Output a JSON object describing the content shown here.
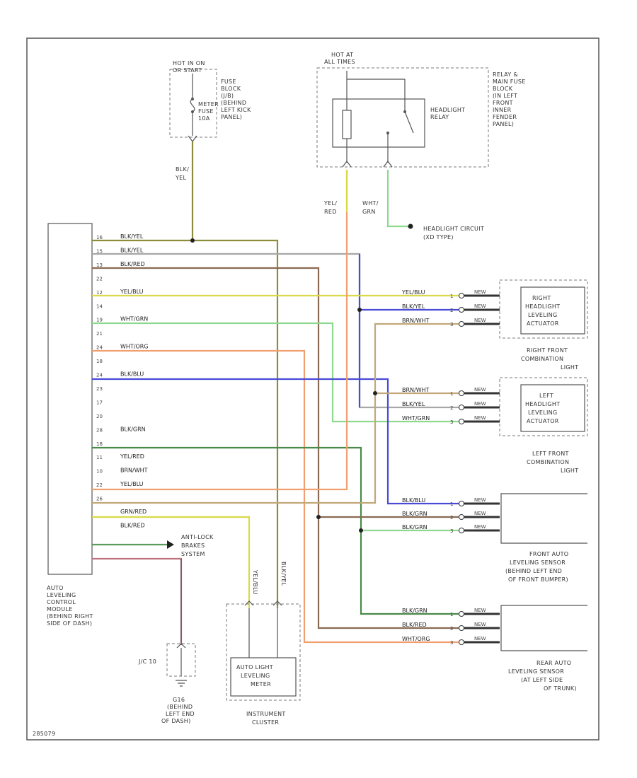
{
  "labels": {
    "hot_run_start": [
      "HOT IN ON",
      "OR START"
    ],
    "meter_fuse": [
      "METER",
      "FUSE",
      "10A"
    ],
    "fuse_block": [
      "FUSE",
      "BLOCK",
      "(J/B)",
      "(BEHIND",
      "LEFT KICK",
      "PANEL)"
    ],
    "hot_at_all_times": [
      "HOT AT",
      "ALL TIMES"
    ],
    "relay_box": [
      "RELAY &",
      "MAIN FUSE",
      "BLOCK",
      "(IN LEFT",
      "FRONT",
      "INNER",
      "FENDER",
      "PANEL)"
    ],
    "headlight_relay": [
      "HEADLIGHT",
      "RELAY"
    ],
    "blk_yel": [
      "BLK/",
      "YEL"
    ],
    "yel_red": [
      "YEL/",
      "RED"
    ],
    "wht_grn": [
      "WHT/",
      "GRN"
    ],
    "headlight_circuit": [
      "HEADLIGHT CIRCUIT",
      "(XD TYPE)"
    ],
    "right_actuator": [
      "RIGHT",
      "HEADLIGHT",
      "LEVELING",
      "ACTUATOR"
    ],
    "right_combination": [
      "RIGHT FRONT",
      "COMBINATION",
      "LIGHT"
    ],
    "left_actuator": [
      "LEFT",
      "HEADLIGHT",
      "LEVELING",
      "ACTUATOR"
    ],
    "left_combination": [
      "LEFT FRONT",
      "COMBINATION",
      "LIGHT"
    ],
    "front_sensor": [
      "FRONT AUTO",
      "LEVELING SENSOR",
      "(BEHIND LEFT END",
      "OF FRONT BUMPER)"
    ],
    "rear_sensor": [
      "REAR AUTO",
      "LEVELING SENSOR",
      "(AT LEFT SIDE",
      "OF TRUNK)"
    ],
    "control_module": [
      "AUTO",
      "LEVELING",
      "CONTROL",
      "MODULE",
      "(BEHIND RIGHT",
      "SIDE OF DASH)"
    ],
    "anti_lock": [
      "ANTI-LOCK",
      "BRAKES",
      "SYSTEM"
    ],
    "jc": "J/C 10",
    "ground": [
      "G16",
      "(BEHIND",
      "LEFT END",
      "OF DASH)"
    ],
    "meter_unit": [
      "AUTO LIGHT",
      "LEVELING",
      "METER"
    ],
    "instrument_cluster": [
      "INSTRUMENT",
      "CLUSTER"
    ],
    "cluster_wire_left": "YEL/BLU",
    "cluster_wire_right": "BLK/YEL",
    "diagram_id": "285079"
  },
  "module_pins": [
    "16",
    "15",
    "13",
    "22",
    "12",
    "14",
    "19",
    "21",
    "24",
    "18",
    "24",
    "23",
    "17",
    "20",
    "28",
    "18",
    "11",
    "10",
    "22",
    "26"
  ],
  "module_wires": [
    "BLK/YEL",
    "BLK/YEL",
    "BLK/RED",
    "",
    "YEL/BLU",
    "",
    "WHT/GRN",
    "",
    "WHT/ORG",
    "",
    "BLK/BLU",
    "",
    "",
    "",
    "BLK/GRN",
    "",
    "YEL/RED",
    "BRN/WHT",
    "YEL/BLU",
    "",
    "GRN/RED",
    "BLK/RED"
  ],
  "right_act_wires": [
    "YEL/BLU",
    "BLK/YEL",
    "BRN/WHT"
  ],
  "left_act_wires": [
    "BRN/WHT",
    "BLK/YEL",
    "WHT/GRN"
  ],
  "front_sensor_wires": [
    "BLK/BLU",
    "BLK/GRN",
    "BLK/GRN"
  ],
  "rear_sensor_wires": [
    "BLK/GRN",
    "BLK/RED",
    "WHT/ORG"
  ],
  "conn_tag": "NEW",
  "colors": {
    "blk_yel": "#8c8c3a",
    "yellow": "#d9d94a",
    "brown": "#8a6a52",
    "blue": "#4a4ad8",
    "green_light": "#8fd88f",
    "orange": "#f0a070",
    "green_dark": "#4a8a4a",
    "red_pink": "#c07080"
  }
}
